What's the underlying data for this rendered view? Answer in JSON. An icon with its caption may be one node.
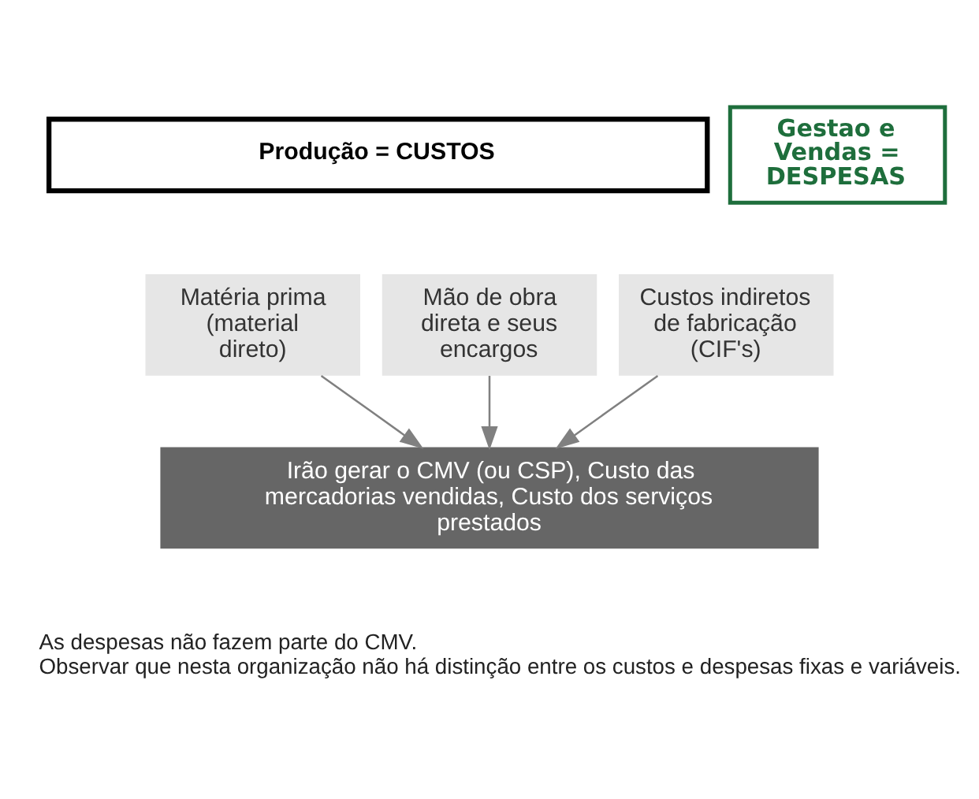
{
  "diagram": {
    "nodes": [
      {
        "text": [
          "Produção = CUSTOS"
        ]
      },
      {
        "text": [
          "Matéria prima (material direto)"
        ]
      },
      {
        "text": [
          "Mão de obra direta e seus encargos"
        ]
      },
      {
        "text": [
          "Custos indiretos de fabricação (CIF's)"
        ]
      },
      {
        "text": [
          "Gestao e Vendas = DESPESAS"
        ]
      },
      {
        "text": [
          "Irão gerar o CMV (ou CSP), Custo das mercadorias vendidas, Custo dos serviços prestados"
        ]
      }
    ],
    "edges": [
      {
        "from": 1,
        "to": 5,
        "arrow": "to"
      },
      {
        "from": 2,
        "to": 5,
        "arrow": "to"
      },
      {
        "from": 3,
        "to": 5,
        "arrow": "to"
      }
    ],
    "labels": [
      "As despesas não fazem parte do CMV.",
      "Observar que nesta organização não há distinção entre os custos e despesas fixas e variáveis."
    ]
  }
}
